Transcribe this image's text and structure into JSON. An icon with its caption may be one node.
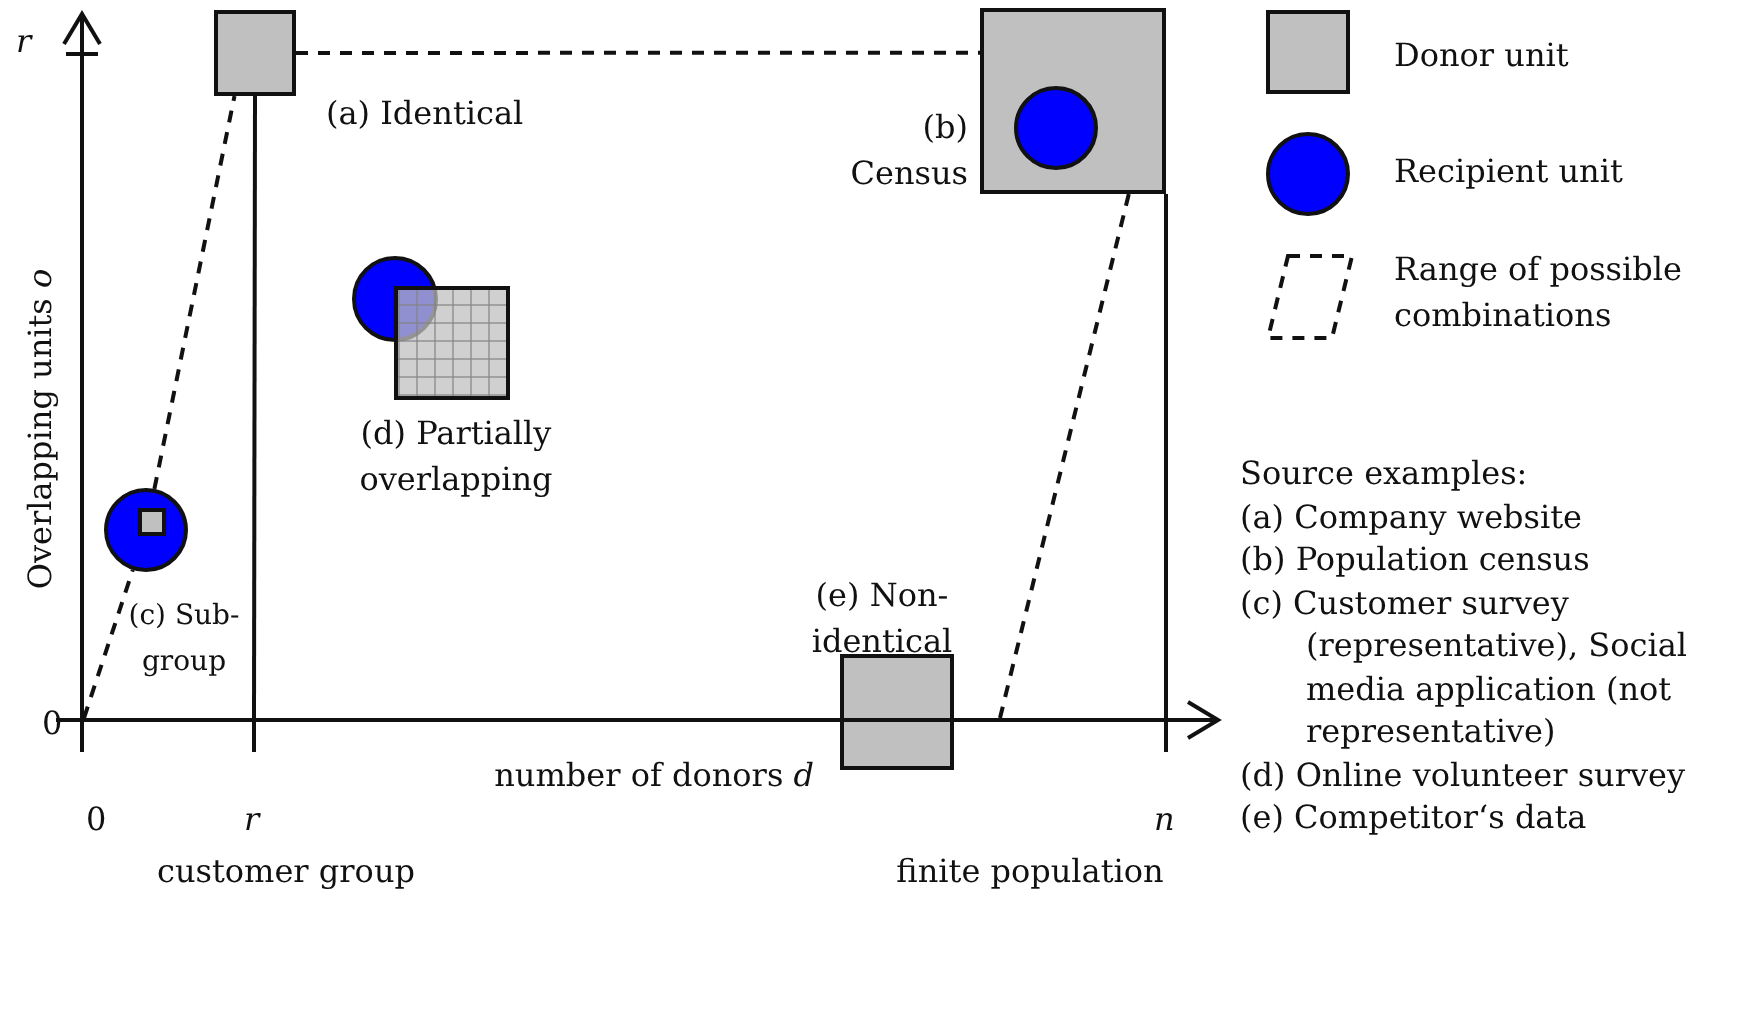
{
  "diagram": {
    "nodes": [
      {
        "text": [],
        "shape": "box",
        "beside": [
          "(a) Identical"
        ]
      },
      {
        "text": [],
        "shape": "box",
        "beside": [
          "(b) Census"
        ]
      },
      {
        "text": [],
        "shape": "circle",
        "in": 1
      },
      {
        "text": [],
        "shape": "circle"
      },
      {
        "text": [],
        "shape": "box",
        "beside": [
          "(d) Partially overlapping"
        ]
      },
      {
        "text": [],
        "shape": "circle",
        "beside": [
          "(c) Sub-group"
        ]
      },
      {
        "text": [],
        "shape": "box",
        "in": 5
      },
      {
        "text": [],
        "shape": "box",
        "beside": [
          "(e) Non-identical"
        ]
      },
      {
        "text": [],
        "shape": "bar"
      }
    ],
    "edges": [
      {
        "from": 8,
        "to": 5,
        "arrow": "none",
        "style": "dashed"
      },
      {
        "from": 5,
        "to": 0,
        "arrow": "none",
        "style": "dashed"
      },
      {
        "from": 0,
        "to": 1,
        "arrow": "none",
        "style": "dashed"
      },
      {
        "from": 1,
        "to": 8,
        "arrow": "none",
        "style": "dashed"
      },
      {
        "from": 0,
        "to": 8,
        "arrow": "none"
      },
      {
        "from": 1,
        "to": 8,
        "arrow": "none"
      }
    ],
    "labels": [
      "r",
      "Overlapping units *o*",
      "0",
      "number of donors *d*",
      "0",
      "r",
      "n",
      "customer group",
      "finite population",
      "Source examples:",
      "(a) Company website",
      "(b) Population census",
      "(c) Customer survey (representative), Social media application (not representative)",
      "(d) Online volunteer survey",
      "(e) Competitor‘s data"
    ],
    "legend": [
      {
        "text": "Donor unit",
        "color": "#c0c0c0"
      },
      {
        "text": "Recipient unit",
        "color": "#0000ff"
      },
      {
        "text": "Range of possible combinations"
      }
    ]
  }
}
